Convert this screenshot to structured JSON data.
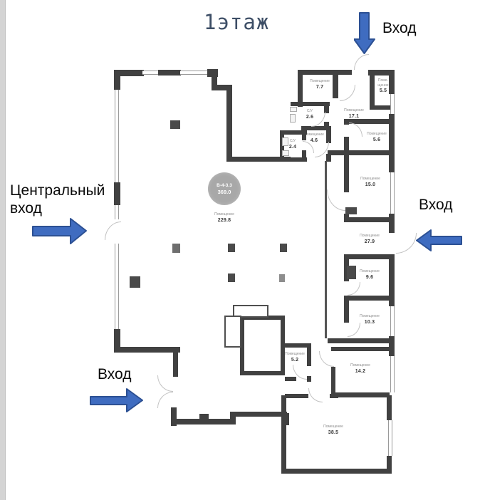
{
  "title": "1этаж",
  "unit_badge": {
    "code": "В-4-3.3",
    "total_area": "369.0"
  },
  "entrances": {
    "top": "Вход",
    "right": "Вход",
    "bottom": "Вход",
    "main_line1": "Центральный",
    "main_line2": "вход"
  },
  "rooms": {
    "r7_7": {
      "name": "Помещение",
      "area": "7.7"
    },
    "su2_6": {
      "name": "С/У",
      "area": "2.6"
    },
    "su2_4": {
      "name": "С/У",
      "area": "2.4"
    },
    "r4_6": {
      "name": "Помещение",
      "area": "4.6"
    },
    "r17_1": {
      "name": "Помещение",
      "area": "17.1"
    },
    "r5_5": {
      "name1": "Поме-",
      "name2": "щение",
      "area": "5.5"
    },
    "r5_6": {
      "name": "Помещение",
      "area": "5.6"
    },
    "r15_0": {
      "name": "Помещение",
      "area": "15.0"
    },
    "r27_9": {
      "name": "Помещение",
      "area": "27.9"
    },
    "r9_6": {
      "name": "Помещение",
      "area": "9.6"
    },
    "r10_3": {
      "name": "Помещение",
      "area": "10.3"
    },
    "r14_2": {
      "name": "Помещение",
      "area": "14.2"
    },
    "r5_2": {
      "name": "Помещение",
      "area": "5.2"
    },
    "r38_5": {
      "name": "Помещение",
      "area": "38.5"
    },
    "r229_8": {
      "name": "Помещение",
      "area": "229.8"
    }
  },
  "colors": {
    "wall": "#414141",
    "window": "#9a9a9a",
    "door_arc": "#c3c3c3",
    "arrow_fill": "#3f6cc0",
    "arrow_stroke": "#2c5093",
    "badge_bg": "#a8a8a8",
    "title": "#3d4e66"
  }
}
